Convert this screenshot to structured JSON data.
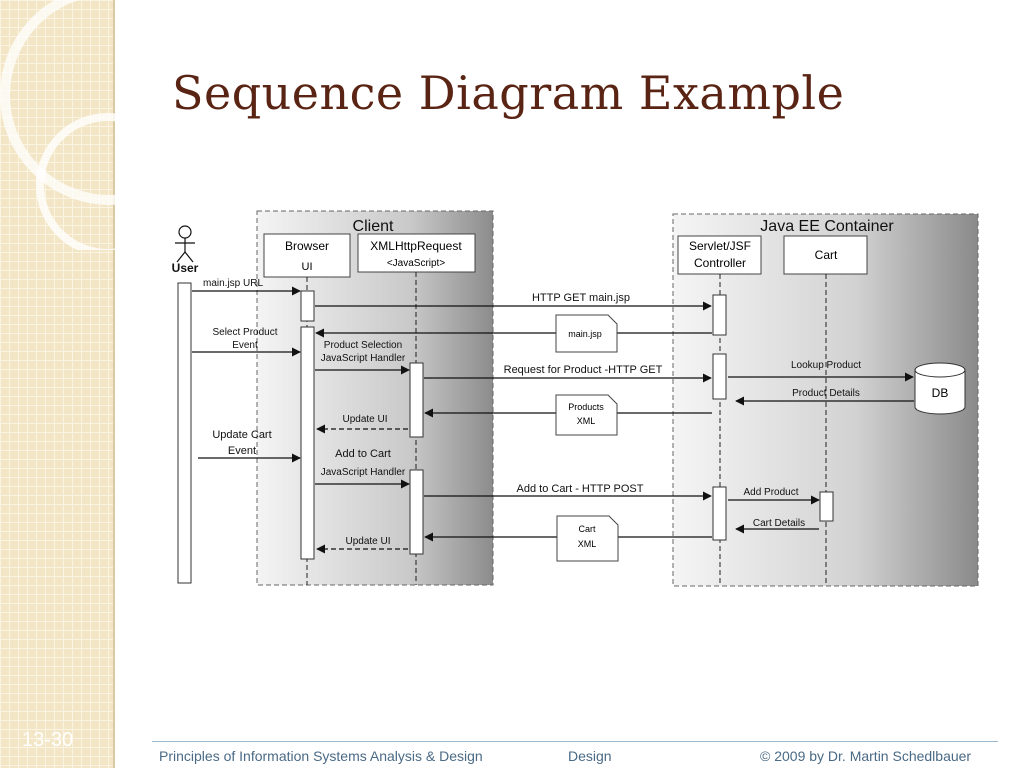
{
  "slide": {
    "title": "Sequence Diagram Example",
    "number": "13-30"
  },
  "footer": {
    "course": "Principles of Information Systems Analysis & Design",
    "section": "Design",
    "copyright": "© 2009 by Dr. Martin Schedlbauer"
  },
  "diagram": {
    "client_boundary_label": "Client",
    "server_boundary_label": "Java EE Container",
    "actor_label": "User",
    "participants": {
      "browser": [
        "Browser",
        "UI"
      ],
      "xhr": [
        "XMLHttpRequest",
        "<JavaScript>"
      ],
      "servlet": [
        "Servlet/JSF",
        "Controller"
      ],
      "cart": "Cart",
      "db": "DB"
    },
    "messages": {
      "main_jsp_url": "main.jsp URL",
      "http_get_main": "HTTP GET main.jsp",
      "select_product_event": [
        "Select Product",
        "Event"
      ],
      "product_selection_handler": [
        "Product Selection",
        "JavaScript Handler"
      ],
      "request_for_product": "Request for Product -HTTP GET",
      "lookup_product": "Lookup Product",
      "product_details": "Product Details",
      "update_ui_1": "Update UI",
      "update_cart_event": [
        "Update Cart",
        "Event"
      ],
      "add_to_cart_handler": [
        "Add to Cart",
        "JavaScript Handler"
      ],
      "add_to_cart_post": "Add to Cart - HTTP POST",
      "add_product": "Add Product",
      "cart_details": "Cart Details",
      "update_ui_2": "Update UI"
    },
    "documents": {
      "main_jsp": "main.jsp",
      "products_xml": [
        "Products",
        "XML"
      ],
      "cart_xml": [
        "Cart",
        "XML"
      ]
    }
  }
}
